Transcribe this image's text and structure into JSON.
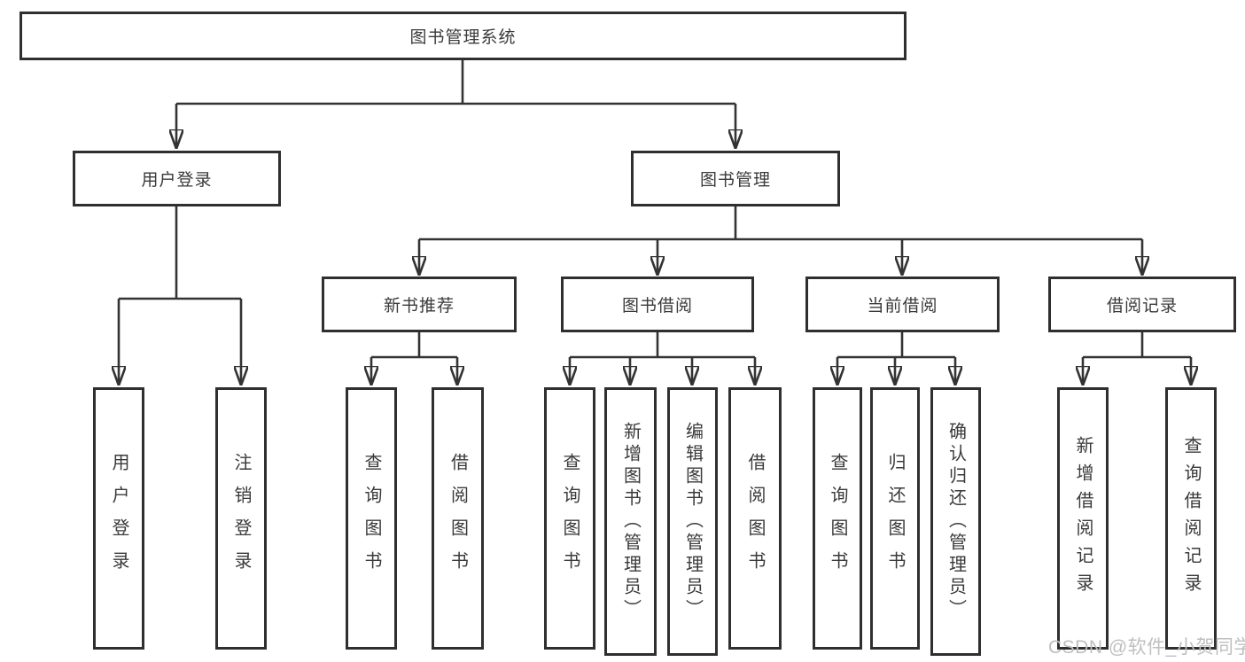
{
  "watermark": {
    "text": "CSDN @软件_小贺同学"
  },
  "colors": {
    "line": "#333333",
    "text": "#3a3a3a",
    "watermark": "#bfbfbf",
    "background": "#ffffff"
  },
  "tree": {
    "root": {
      "label": "图书管理系统"
    },
    "branches": [
      {
        "label": "用户登录",
        "children": [
          {
            "label": "用户登录"
          },
          {
            "label": "注销登录"
          }
        ]
      },
      {
        "label": "图书管理",
        "children": [
          {
            "label": "新书推荐",
            "children": [
              {
                "label": "查询图书"
              },
              {
                "label": "借阅图书"
              }
            ]
          },
          {
            "label": "图书借阅",
            "children": [
              {
                "label": "查询图书"
              },
              {
                "label": "新增图书（管理员）"
              },
              {
                "label": "编辑图书（管理员）"
              },
              {
                "label": "借阅图书"
              }
            ]
          },
          {
            "label": "当前借阅",
            "children": [
              {
                "label": "查询图书"
              },
              {
                "label": "归还图书"
              },
              {
                "label": "确认归还（管理员）"
              }
            ]
          },
          {
            "label": "借阅记录",
            "children": [
              {
                "label": "新增借阅记录"
              },
              {
                "label": "查询借阅记录"
              }
            ]
          }
        ]
      }
    ]
  }
}
